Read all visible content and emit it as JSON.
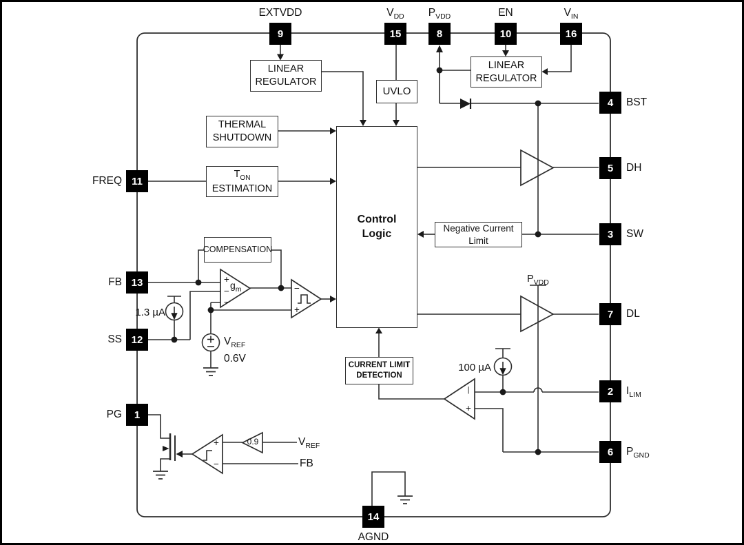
{
  "pins": {
    "top": [
      {
        "num": "9",
        "label": "EXTVDD",
        "sub": ""
      },
      {
        "num": "15",
        "label": "V",
        "sub": "DD"
      },
      {
        "num": "8",
        "label": "P",
        "sub": "VDD"
      },
      {
        "num": "10",
        "label": "EN",
        "sub": ""
      },
      {
        "num": "16",
        "label": "V",
        "sub": "IN"
      }
    ],
    "right": [
      {
        "num": "4",
        "label": "BST",
        "sub": ""
      },
      {
        "num": "5",
        "label": "DH",
        "sub": ""
      },
      {
        "num": "3",
        "label": "SW",
        "sub": ""
      },
      {
        "num": "7",
        "label": "DL",
        "sub": ""
      },
      {
        "num": "2",
        "label": "I",
        "sub": "LIM"
      },
      {
        "num": "6",
        "label": "P",
        "sub": "GND"
      }
    ],
    "left": [
      {
        "num": "11",
        "label": "FREQ",
        "sub": ""
      },
      {
        "num": "13",
        "label": "FB",
        "sub": ""
      },
      {
        "num": "12",
        "label": "SS",
        "sub": ""
      },
      {
        "num": "1",
        "label": "PG",
        "sub": ""
      }
    ],
    "bottom": [
      {
        "num": "14",
        "label": "AGND",
        "sub": ""
      }
    ]
  },
  "blocks": {
    "linear_regulator_left": "LINEAR REGULATOR",
    "linear_regulator_right": "LINEAR REGULATOR",
    "uvlo": "UVLO",
    "thermal_shutdown": "THERMAL SHUTDOWN",
    "ton_estimation": {
      "t": "T",
      "sub": "ON",
      "line2": "ESTIMATION"
    },
    "control_logic": "Control Logic",
    "negative_current_limit": "Negative Current Limit",
    "compensation": "COMPENSATION",
    "current_limit_detection": "CURRENT LIMIT DETECTION"
  },
  "labels": {
    "ss_current_source": "1.3 µA",
    "ilim_current_source": "100 µA",
    "vref_label": "V",
    "vref_sub": "REF",
    "vref_value": "0.6V",
    "pvdd_rail_label": "P",
    "pvdd_rail_sub": "VDD",
    "gain_value": "0.9",
    "pg_vref_label": "V",
    "pg_vref_sub": "REF",
    "pg_fb": "FB",
    "gm_label": "g",
    "gm_sub": "m"
  },
  "signs": {
    "gm_plus": "+",
    "gm_minus_mid": "−",
    "gm_minus_bot": "−",
    "pwm_minus": "−",
    "pwm_plus": "+",
    "ilim_inv": "|",
    "ilim_plus": "+",
    "pg_plus": "+",
    "pg_minus": "−"
  },
  "colors": {
    "line": "#2e2e2e",
    "pin_bg": "#000000",
    "pin_text": "#ffffff",
    "background": "#ffffff"
  }
}
